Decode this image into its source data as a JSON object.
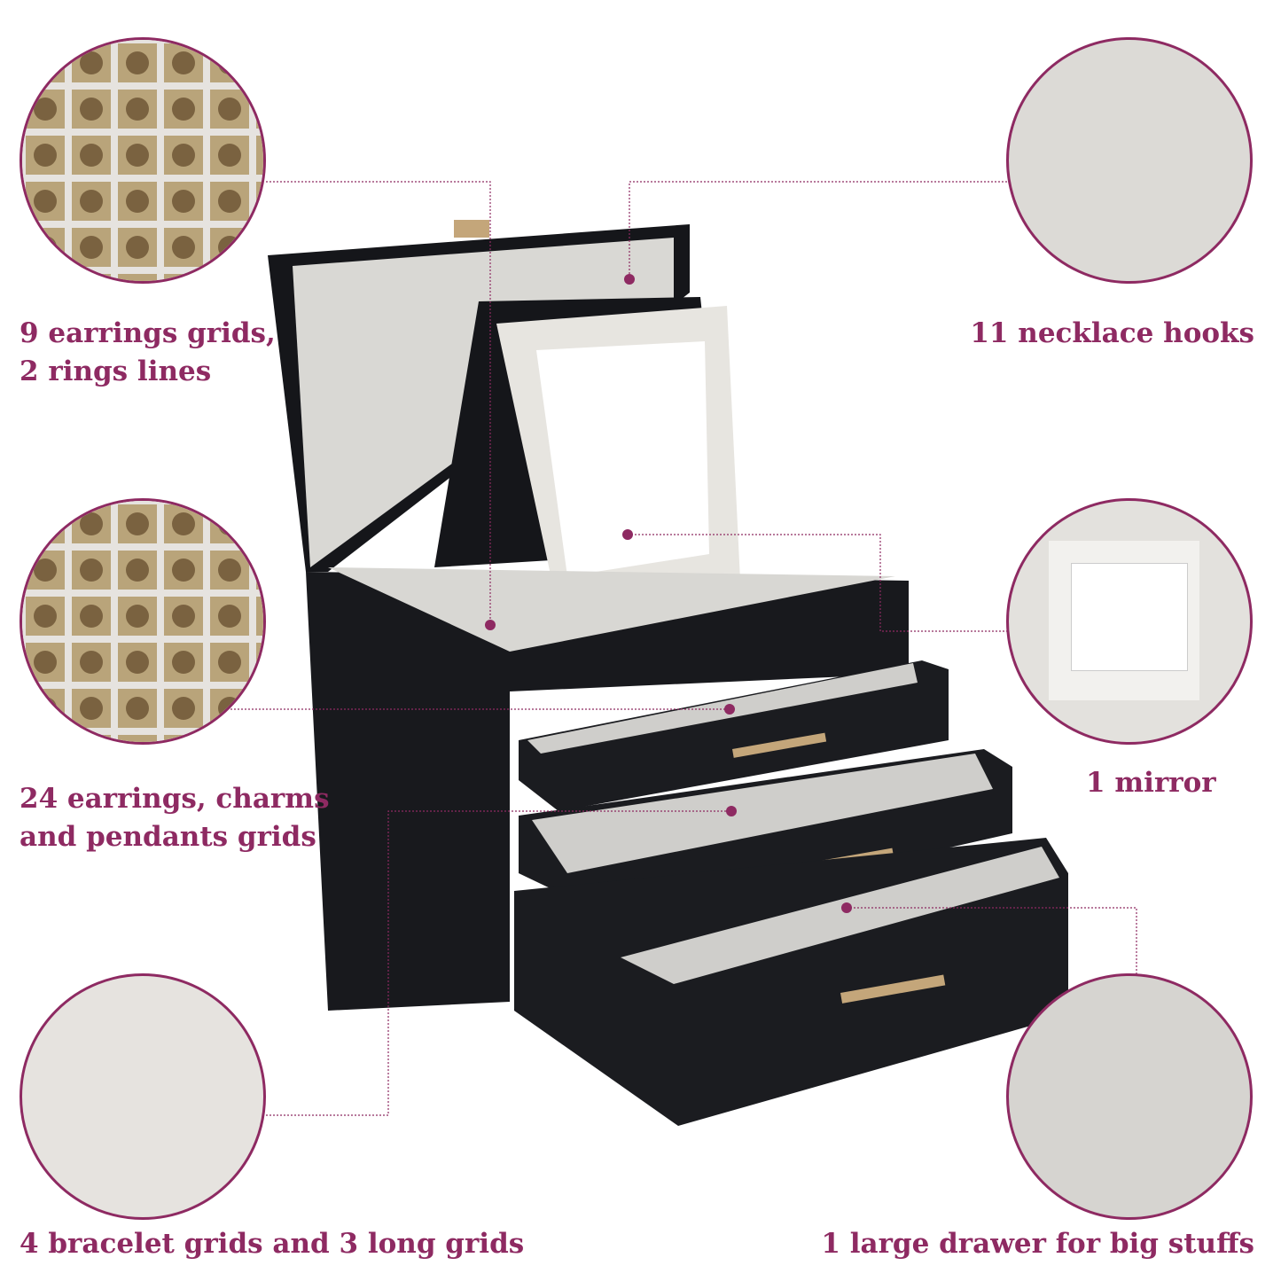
{
  "labels": {
    "earrings_rings": [
      "9 earrings grids,",
      "2 rings lines"
    ],
    "necklace": "11 necklace hooks",
    "charms": [
      "24 earrings, charms",
      "and pendants grids"
    ],
    "mirror": "1 mirror",
    "bracelet": "4 bracelet grids and 3 long grids",
    "drawer": "1 large drawer for big stuffs"
  },
  "colors": {
    "accent": "#8e2a62",
    "box": "#15161a",
    "velvet": "#d9d8d4"
  }
}
